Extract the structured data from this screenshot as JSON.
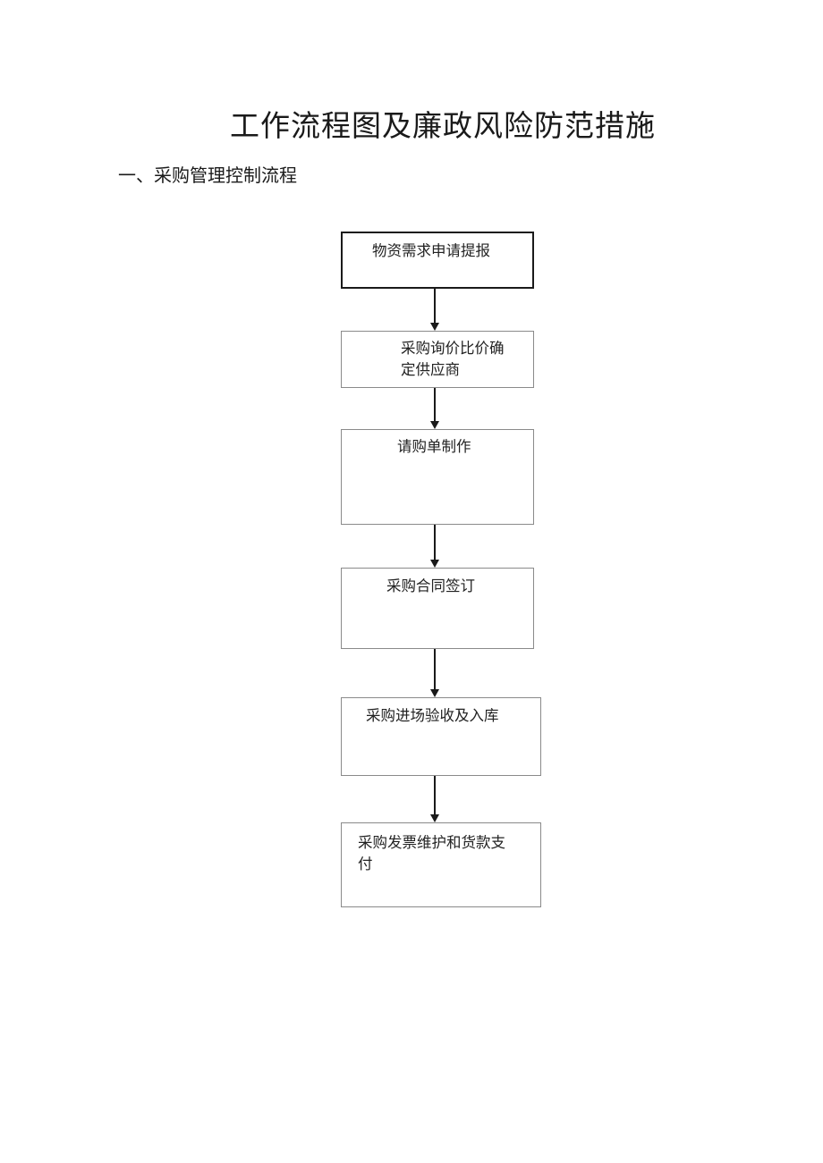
{
  "document": {
    "title": "工作流程图及廉政风险防范措施",
    "section_heading": "一、采购管理控制流程"
  },
  "flowchart": {
    "steps": [
      {
        "label": "物资需求申请提报"
      },
      {
        "label": "采购询价比价确\n定供应商"
      },
      {
        "label": "请购单制作"
      },
      {
        "label": "采购合同签订"
      },
      {
        "label": "采购进场验收及入库"
      },
      {
        "label": "采购发票维护和货款支\n付"
      }
    ]
  }
}
